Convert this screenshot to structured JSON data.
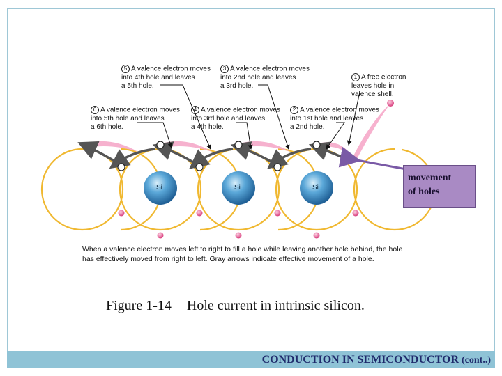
{
  "annotations": [
    {
      "num": "5",
      "text": "A valence electron moves\ninto 4th hole and leaves\na 5th hole."
    },
    {
      "num": "3",
      "text": "A valence electron moves\ninto 2nd hole and leaves\na 3rd hole."
    },
    {
      "num": "1",
      "text": "A free electron\nleaves hole in\nvalence shell."
    },
    {
      "num": "6",
      "text": "A valence electron moves\ninto 5th hole and leaves\na 6th hole."
    },
    {
      "num": "4",
      "text": "A valence electron moves\ninto 3rd hole and leaves\na 4th hole."
    },
    {
      "num": "2",
      "text": "A valence electron moves\ninto 1st hole and leaves\na 2nd hole."
    }
  ],
  "atoms": [
    "Si",
    "Si",
    "Si"
  ],
  "movement_box": "movement\nof holes",
  "caption": "When a valence electron moves left to right to fill a hole while leaving another hole behind, the hole has effectively moved from right to left. Gray arrows indicate effective movement of a hole.",
  "figure": {
    "label": "Figure 1-14",
    "title": "Hole current in intrinsic silicon."
  },
  "footer": {
    "main": "CONDUCTION IN SEMICONDUCTOR",
    "suffix": "(cont..)"
  },
  "colors": {
    "orbit": "#f0b830",
    "electron": "#e0508c",
    "atom": "#3f8fc8",
    "arrow": "#555555",
    "box": "#a98ac4",
    "footer": "#8fc3d6"
  }
}
